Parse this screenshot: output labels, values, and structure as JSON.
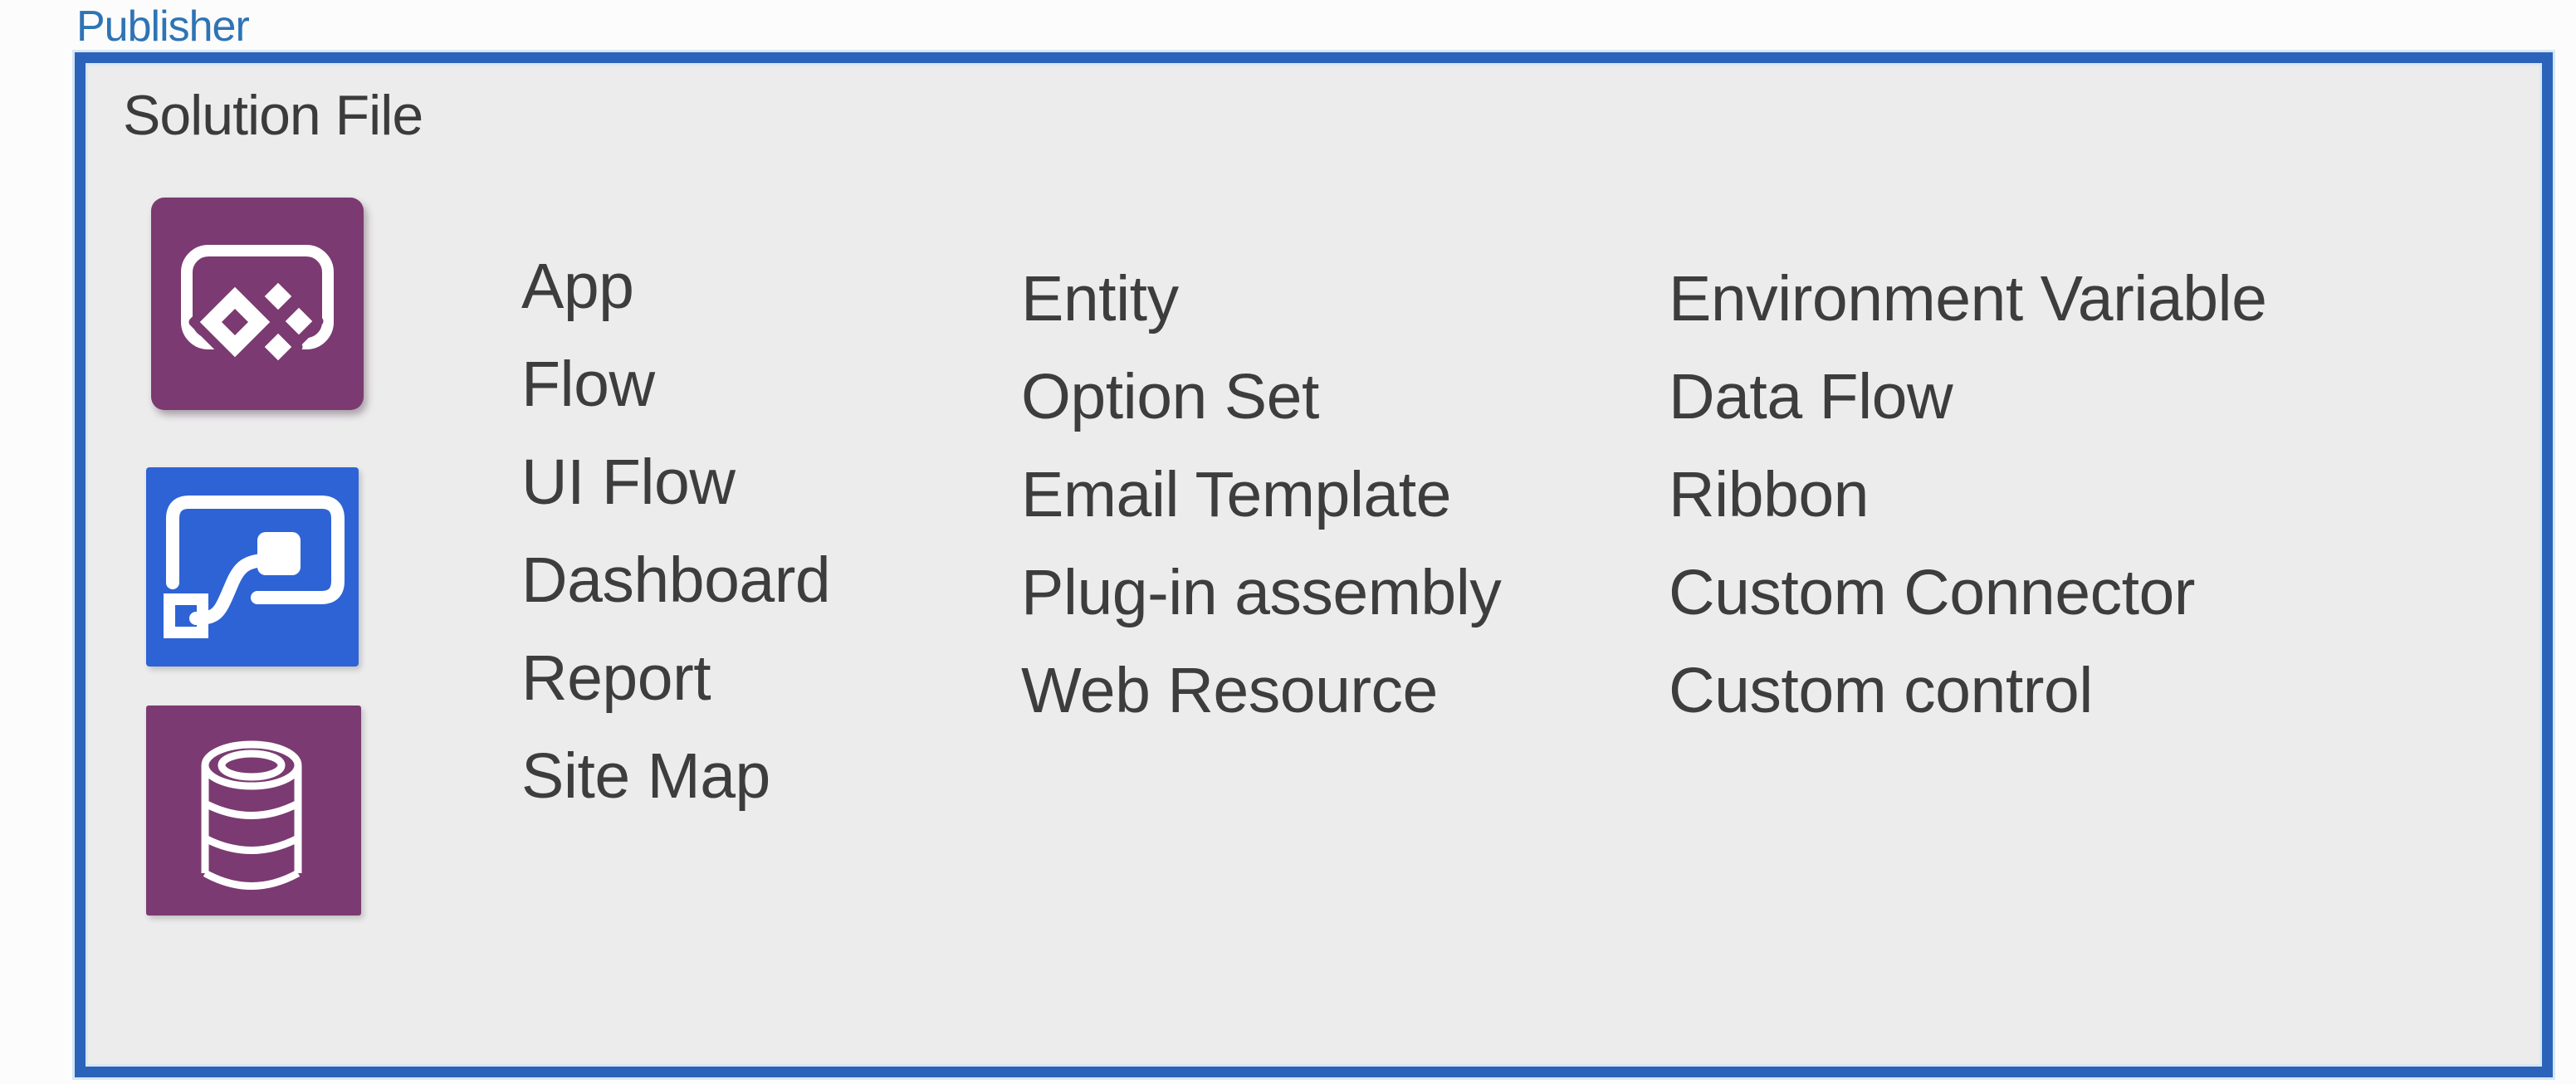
{
  "publisher_label": "Publisher",
  "solution_box": {
    "title": "Solution File",
    "columns": [
      {
        "items": [
          "App",
          "Flow",
          "UI Flow",
          "Dashboard",
          "Report",
          "Site Map"
        ]
      },
      {
        "items": [
          "Entity",
          "Option Set",
          "Email Template",
          "Plug-in assembly",
          "Web Resource"
        ]
      },
      {
        "items": [
          "Environment Variable",
          "Data Flow",
          "Ribbon",
          "Custom Connector",
          "Custom control"
        ]
      }
    ],
    "icons": [
      {
        "name": "power-apps-icon",
        "color": "#7B3A71"
      },
      {
        "name": "power-automate-flow-icon",
        "color": "#2E63D5"
      },
      {
        "name": "database-icon",
        "color": "#7B3A71"
      }
    ]
  },
  "colors": {
    "publisher_text": "#2E74B5",
    "box_border": "#2C63BA",
    "box_border_halo": "#D7E7F5",
    "box_background": "#ECECEC",
    "page_background": "#FCFCFC",
    "body_text": "#3D3D3D"
  }
}
